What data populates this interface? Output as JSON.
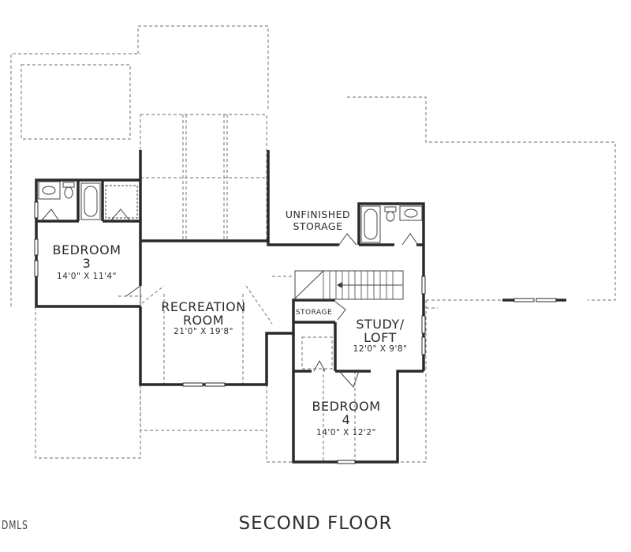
{
  "floor_title": "SECOND FLOOR",
  "watermark": "DMLS",
  "colors": {
    "wall": "#2a2a2a",
    "dashed": "#8a8a8a",
    "text": "#2b2b2b",
    "background": "#ffffff"
  },
  "rooms": {
    "bedroom3": {
      "name_line1": "BEDROOM",
      "name_line2": "3",
      "dimensions": "14'0\" X 11'4\""
    },
    "recreation": {
      "name_line1": "RECREATION",
      "name_line2": "ROOM",
      "dimensions": "21'0\" X 19'8\""
    },
    "unfinished_storage": {
      "name_line1": "UNFINISHED",
      "name_line2": "STORAGE"
    },
    "storage": {
      "name": "STORAGE"
    },
    "study_loft": {
      "name_line1": "STUDY/",
      "name_line2": "LOFT",
      "dimensions": "12'0\" X 9'8\""
    },
    "bedroom4": {
      "name_line1": "BEDROOM",
      "name_line2": "4",
      "dimensions": "14'0\" X 12'2\""
    }
  }
}
